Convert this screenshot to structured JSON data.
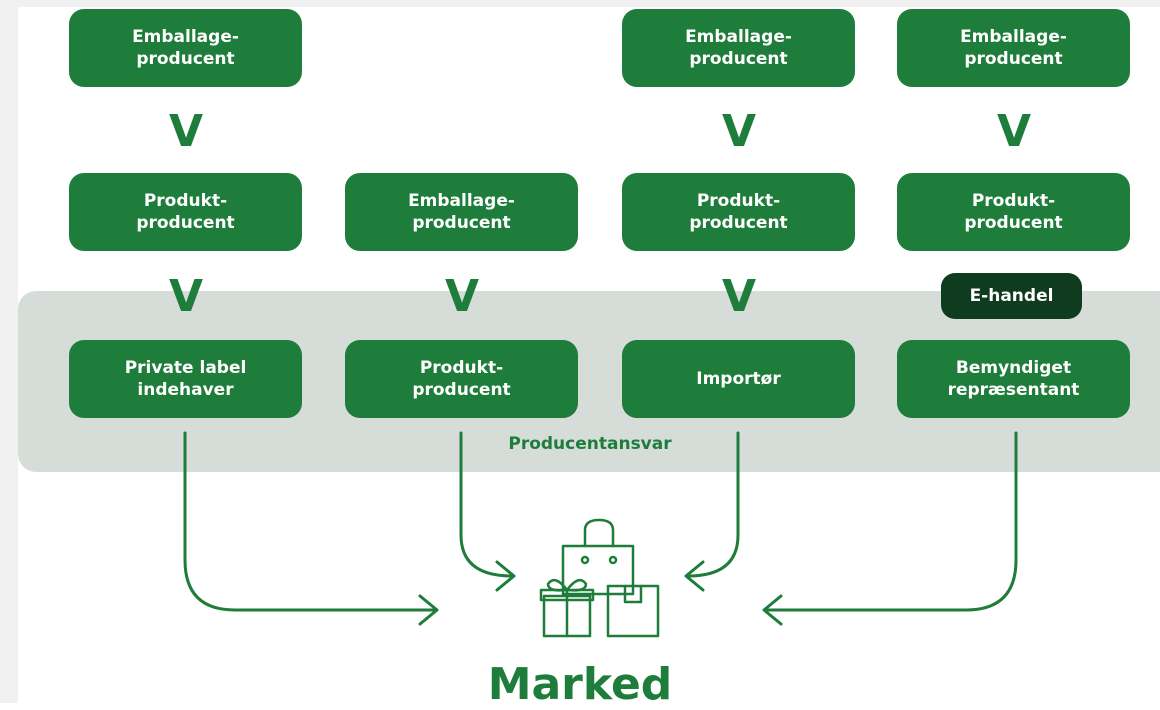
{
  "rows": {
    "top": [
      {
        "col": 0,
        "label": "Emballage-\nproducent"
      },
      {
        "col": 2,
        "label": "Emballage-\nproducent"
      },
      {
        "col": 3,
        "label": "Emballage-\nproducent"
      }
    ],
    "middle": [
      {
        "col": 0,
        "label": "Produkt-\nproducent"
      },
      {
        "col": 1,
        "label": "Emballage-\nproducent"
      },
      {
        "col": 2,
        "label": "Produkt-\nproducent"
      },
      {
        "col": 3,
        "label": "Produkt-\nproducent"
      }
    ],
    "bottom": [
      {
        "col": 0,
        "label": "Private label\nindehaver"
      },
      {
        "col": 1,
        "label": "Produkt-\nproducent"
      },
      {
        "col": 2,
        "label": "Importør"
      },
      {
        "col": 3,
        "label": "Bemyndiget\nrepræsentant"
      }
    ]
  },
  "connector_symbol": "V",
  "ecommerce_badge": "E-handel",
  "responsibility_band_label": "Producentansvar",
  "market_label": "Marked",
  "icon": "shopping-bags-gift-icon",
  "colors": {
    "box_green": "#1e7d3a",
    "badge_dark": "#0f3b1f",
    "band_gray": "#d6dcd8"
  }
}
